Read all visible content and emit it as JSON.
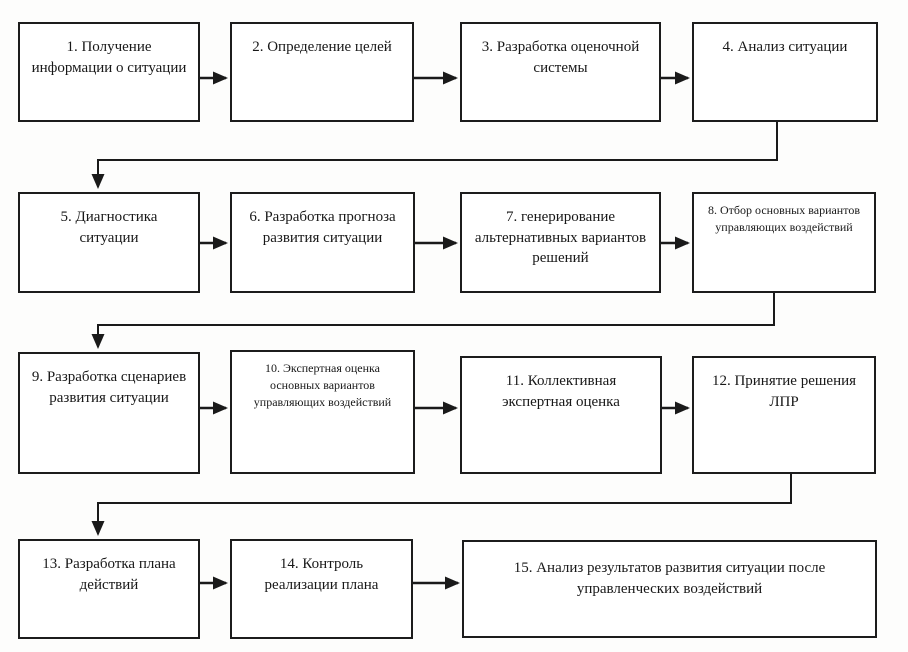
{
  "colors": {
    "background": "#fdfdfc",
    "line": "#1a1a1a",
    "box_fill": "#ffffff",
    "text": "#181818"
  },
  "boxes": [
    {
      "id": 1,
      "label": "1. Получение информации о ситуации"
    },
    {
      "id": 2,
      "label": "2. Определение целей"
    },
    {
      "id": 3,
      "label": "3. Разработка оценочной системы"
    },
    {
      "id": 4,
      "label": "4. Анализ ситуации"
    },
    {
      "id": 5,
      "label": "5. Диагностика ситуации"
    },
    {
      "id": 6,
      "label": "6. Разработка прогноза развития ситуации"
    },
    {
      "id": 7,
      "label": "7. генерирование альтернативных вариантов решений"
    },
    {
      "id": 8,
      "label": "8. Отбор основных вариантов управляющих воздействий"
    },
    {
      "id": 9,
      "label": "9. Разработка сценариев развития ситуации"
    },
    {
      "id": 10,
      "label": "10. Экспертная оценка основных вариантов управляющих воздействий"
    },
    {
      "id": 11,
      "label": "11. Коллективная экспертная  оценка"
    },
    {
      "id": 12,
      "label": "12. Принятие решения ЛПР"
    },
    {
      "id": 13,
      "label": "13. Разработка плана действий"
    },
    {
      "id": 14,
      "label": "14. Контроль реализации плана"
    },
    {
      "id": 15,
      "label": "15. Анализ результатов развития ситуации после управленческих воздействий"
    }
  ],
  "edges": [
    "1→2",
    "2→3",
    "3→4",
    "4→5",
    "5→6",
    "6→7",
    "7→8",
    "8→9",
    "9→10",
    "10→11",
    "11→12",
    "12→13",
    "13→14",
    "14→15"
  ]
}
